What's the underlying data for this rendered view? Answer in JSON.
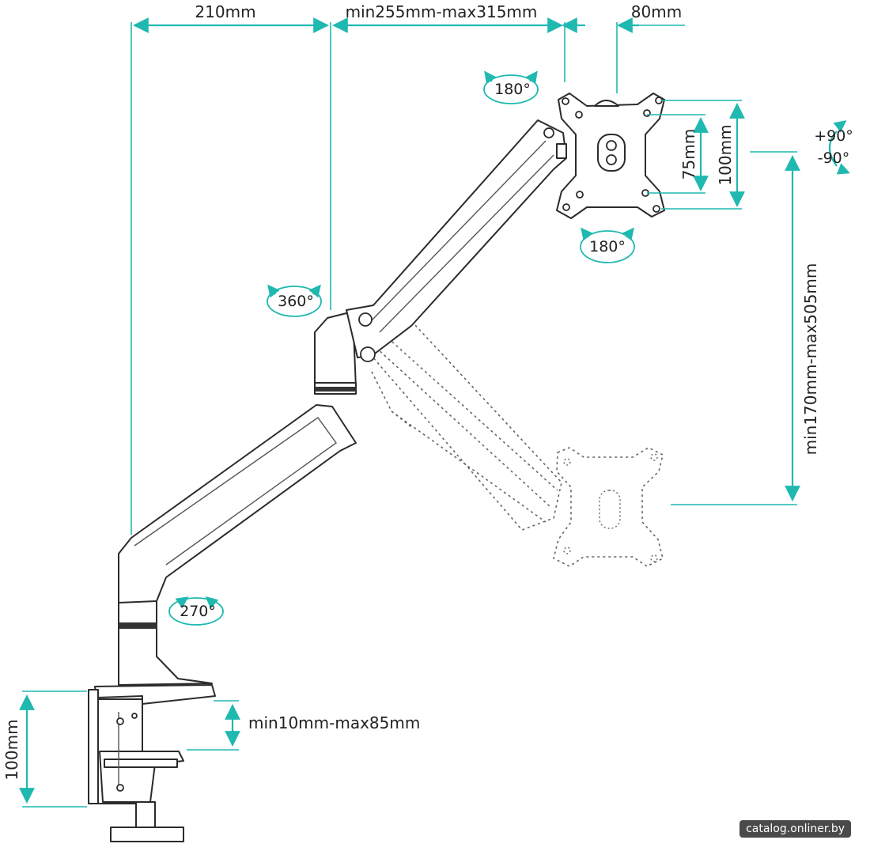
{
  "diagram": {
    "dimensions": {
      "base_to_pivot": "210mm",
      "arm_reach": "min255mm-max315mm",
      "plate_offset": "80mm",
      "vesa_small": "75mm",
      "vesa_large": "100mm",
      "height_range": "min170mm-max505mm",
      "clamp_thickness": "min10mm-max85mm",
      "clamp_height": "100mm"
    },
    "rotations": {
      "plate_swivel_top": "180°",
      "plate_swivel_bottom": "180°",
      "tilt_up": "+90°",
      "tilt_down": "-90°",
      "arm_rotation": "360°",
      "base_rotation": "270°"
    },
    "colors": {
      "dimension_accent": "#1fb9b0",
      "line_art": "#2b2b2b"
    },
    "watermark": "catalog.onliner.by"
  }
}
